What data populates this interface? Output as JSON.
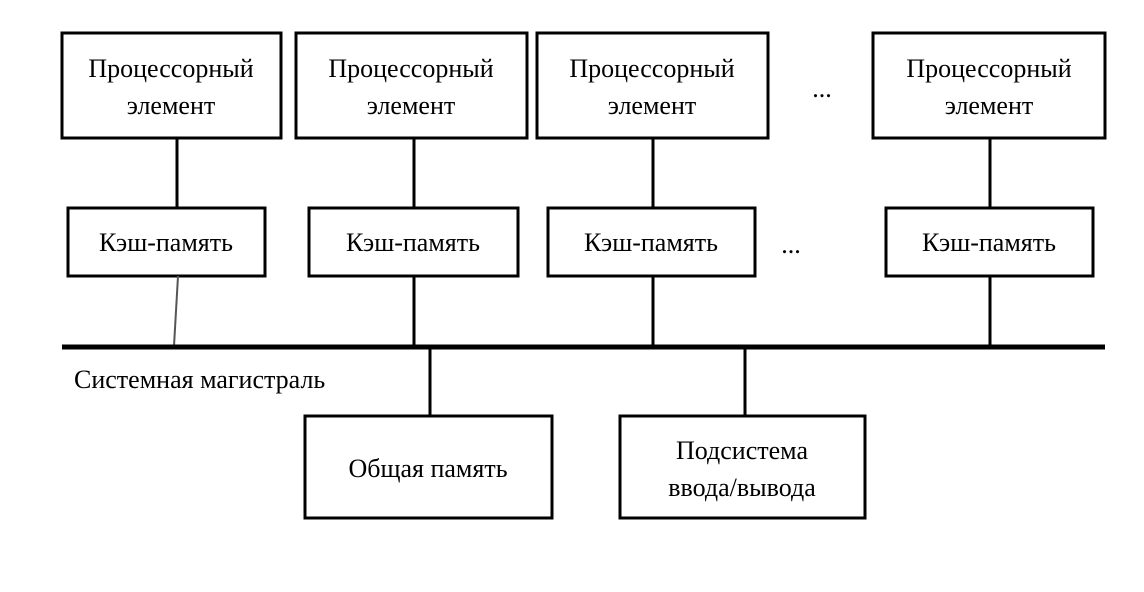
{
  "diagram": {
    "title_text": "",
    "colors": {
      "background": "#ffffff",
      "stroke": "#000000",
      "text": "#000000",
      "faint_stroke": "#555555"
    },
    "processor_elements": [
      {
        "line1": "Процессорный",
        "line2": "элемент"
      },
      {
        "line1": "Процессорный",
        "line2": "элемент"
      },
      {
        "line1": "Процессорный",
        "line2": "элемент"
      },
      {
        "line1": "Процессорный",
        "line2": "элемент"
      }
    ],
    "cache_modules": [
      {
        "label": "Кэш-память"
      },
      {
        "label": "Кэш-память"
      },
      {
        "label": "Кэш-память"
      },
      {
        "label": "Кэш-память"
      }
    ],
    "ellipsis": {
      "processor_row": "...",
      "cache_row": "..."
    },
    "bus": {
      "label": "Системная магистраль"
    },
    "shared_memory": {
      "label": "Общая память"
    },
    "io_subsystem": {
      "line1": "Подсистема",
      "line2": "ввода/вывода"
    }
  }
}
